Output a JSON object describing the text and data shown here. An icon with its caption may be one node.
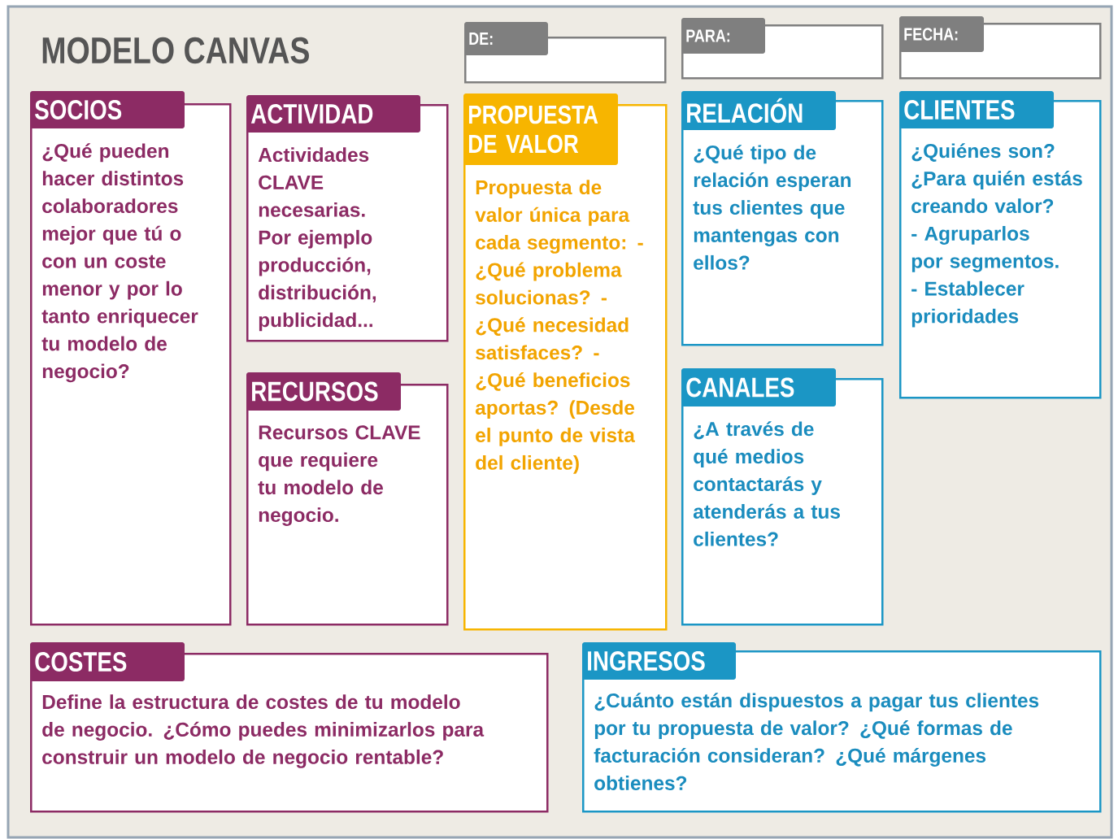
{
  "diagram": {
    "title": "MODELO CANVAS",
    "nodes": [
      {
        "text": [
          "DE:"
        ]
      },
      {
        "text": [
          "PARA:"
        ]
      },
      {
        "text": [
          "FECHA:"
        ]
      },
      {
        "text": [
          "SOCIOS",
          "¿Qué pueden hacer distintos colaboradores mejor que tú o con un coste menor y por lo tanto enriquecer tu modelo de negocio?"
        ]
      },
      {
        "text": [
          "ACTIVIDAD",
          "Actividades CLAVE necesarias. Por ejemplo producción, distribución, publicidad..."
        ]
      },
      {
        "text": [
          "PROPUESTA DE VALOR",
          "Propuesta de valor única para cada segmento: - ¿Qué problema solucionas? - ¿Qué necesidad satisfaces? - ¿Qué beneficios aportas? (Desde el punto de vista del cliente)"
        ]
      },
      {
        "text": [
          "RELACIÓN",
          "¿Qué tipo de relación esperan tus clientes que mantengas con ellos?"
        ]
      },
      {
        "text": [
          "CLIENTES",
          "¿Quiénes son? ¿Para quién estás creando valor? - Agruparlos por segmentos. - Establecer prioridades"
        ]
      },
      {
        "text": [
          "RECURSOS",
          "Recursos CLAVE que requiere tu modelo de negocio."
        ]
      },
      {
        "text": [
          "CANALES",
          "¿A través de qué medios contactarás y atenderás a tus clientes?"
        ]
      },
      {
        "text": [
          "COSTES",
          "Define la estructura de costes de tu modelo de negocio. ¿Cómo puedes minimizarlos para construir un modelo de negocio rentable?"
        ]
      },
      {
        "text": [
          "INGRESOS",
          "¿Cuánto están dispuestos a pagar tus clientes por tu propuesta de valor? ¿Qué formas de facturación consideran? ¿Qué márgenes obtienes?"
        ]
      }
    ]
  }
}
